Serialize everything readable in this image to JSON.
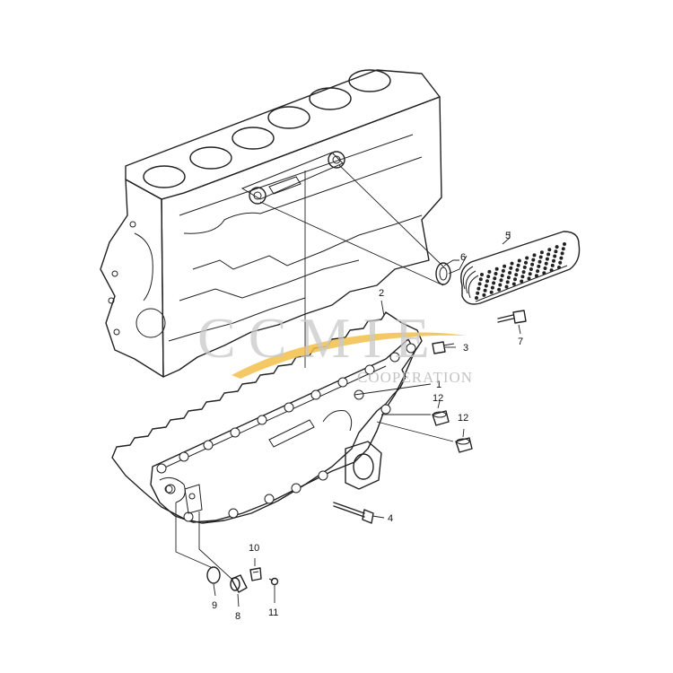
{
  "watermark": {
    "main": "CCMIE",
    "sub": "COOPERATION",
    "swoosh_color": "#f2c04a",
    "text_color": "#c9c9c9"
  },
  "callouts": [
    {
      "id": "1",
      "label": "1"
    },
    {
      "id": "2",
      "label": "2"
    },
    {
      "id": "3",
      "label": "3"
    },
    {
      "id": "4",
      "label": "4"
    },
    {
      "id": "5",
      "label": "5"
    },
    {
      "id": "6",
      "label": "6"
    },
    {
      "id": "7",
      "label": "7"
    },
    {
      "id": "8",
      "label": "8"
    },
    {
      "id": "9",
      "label": "9"
    },
    {
      "id": "10",
      "label": "10"
    },
    {
      "id": "11",
      "label": "11"
    },
    {
      "id": "12a",
      "label": "12"
    },
    {
      "id": "12b",
      "label": "12"
    }
  ]
}
